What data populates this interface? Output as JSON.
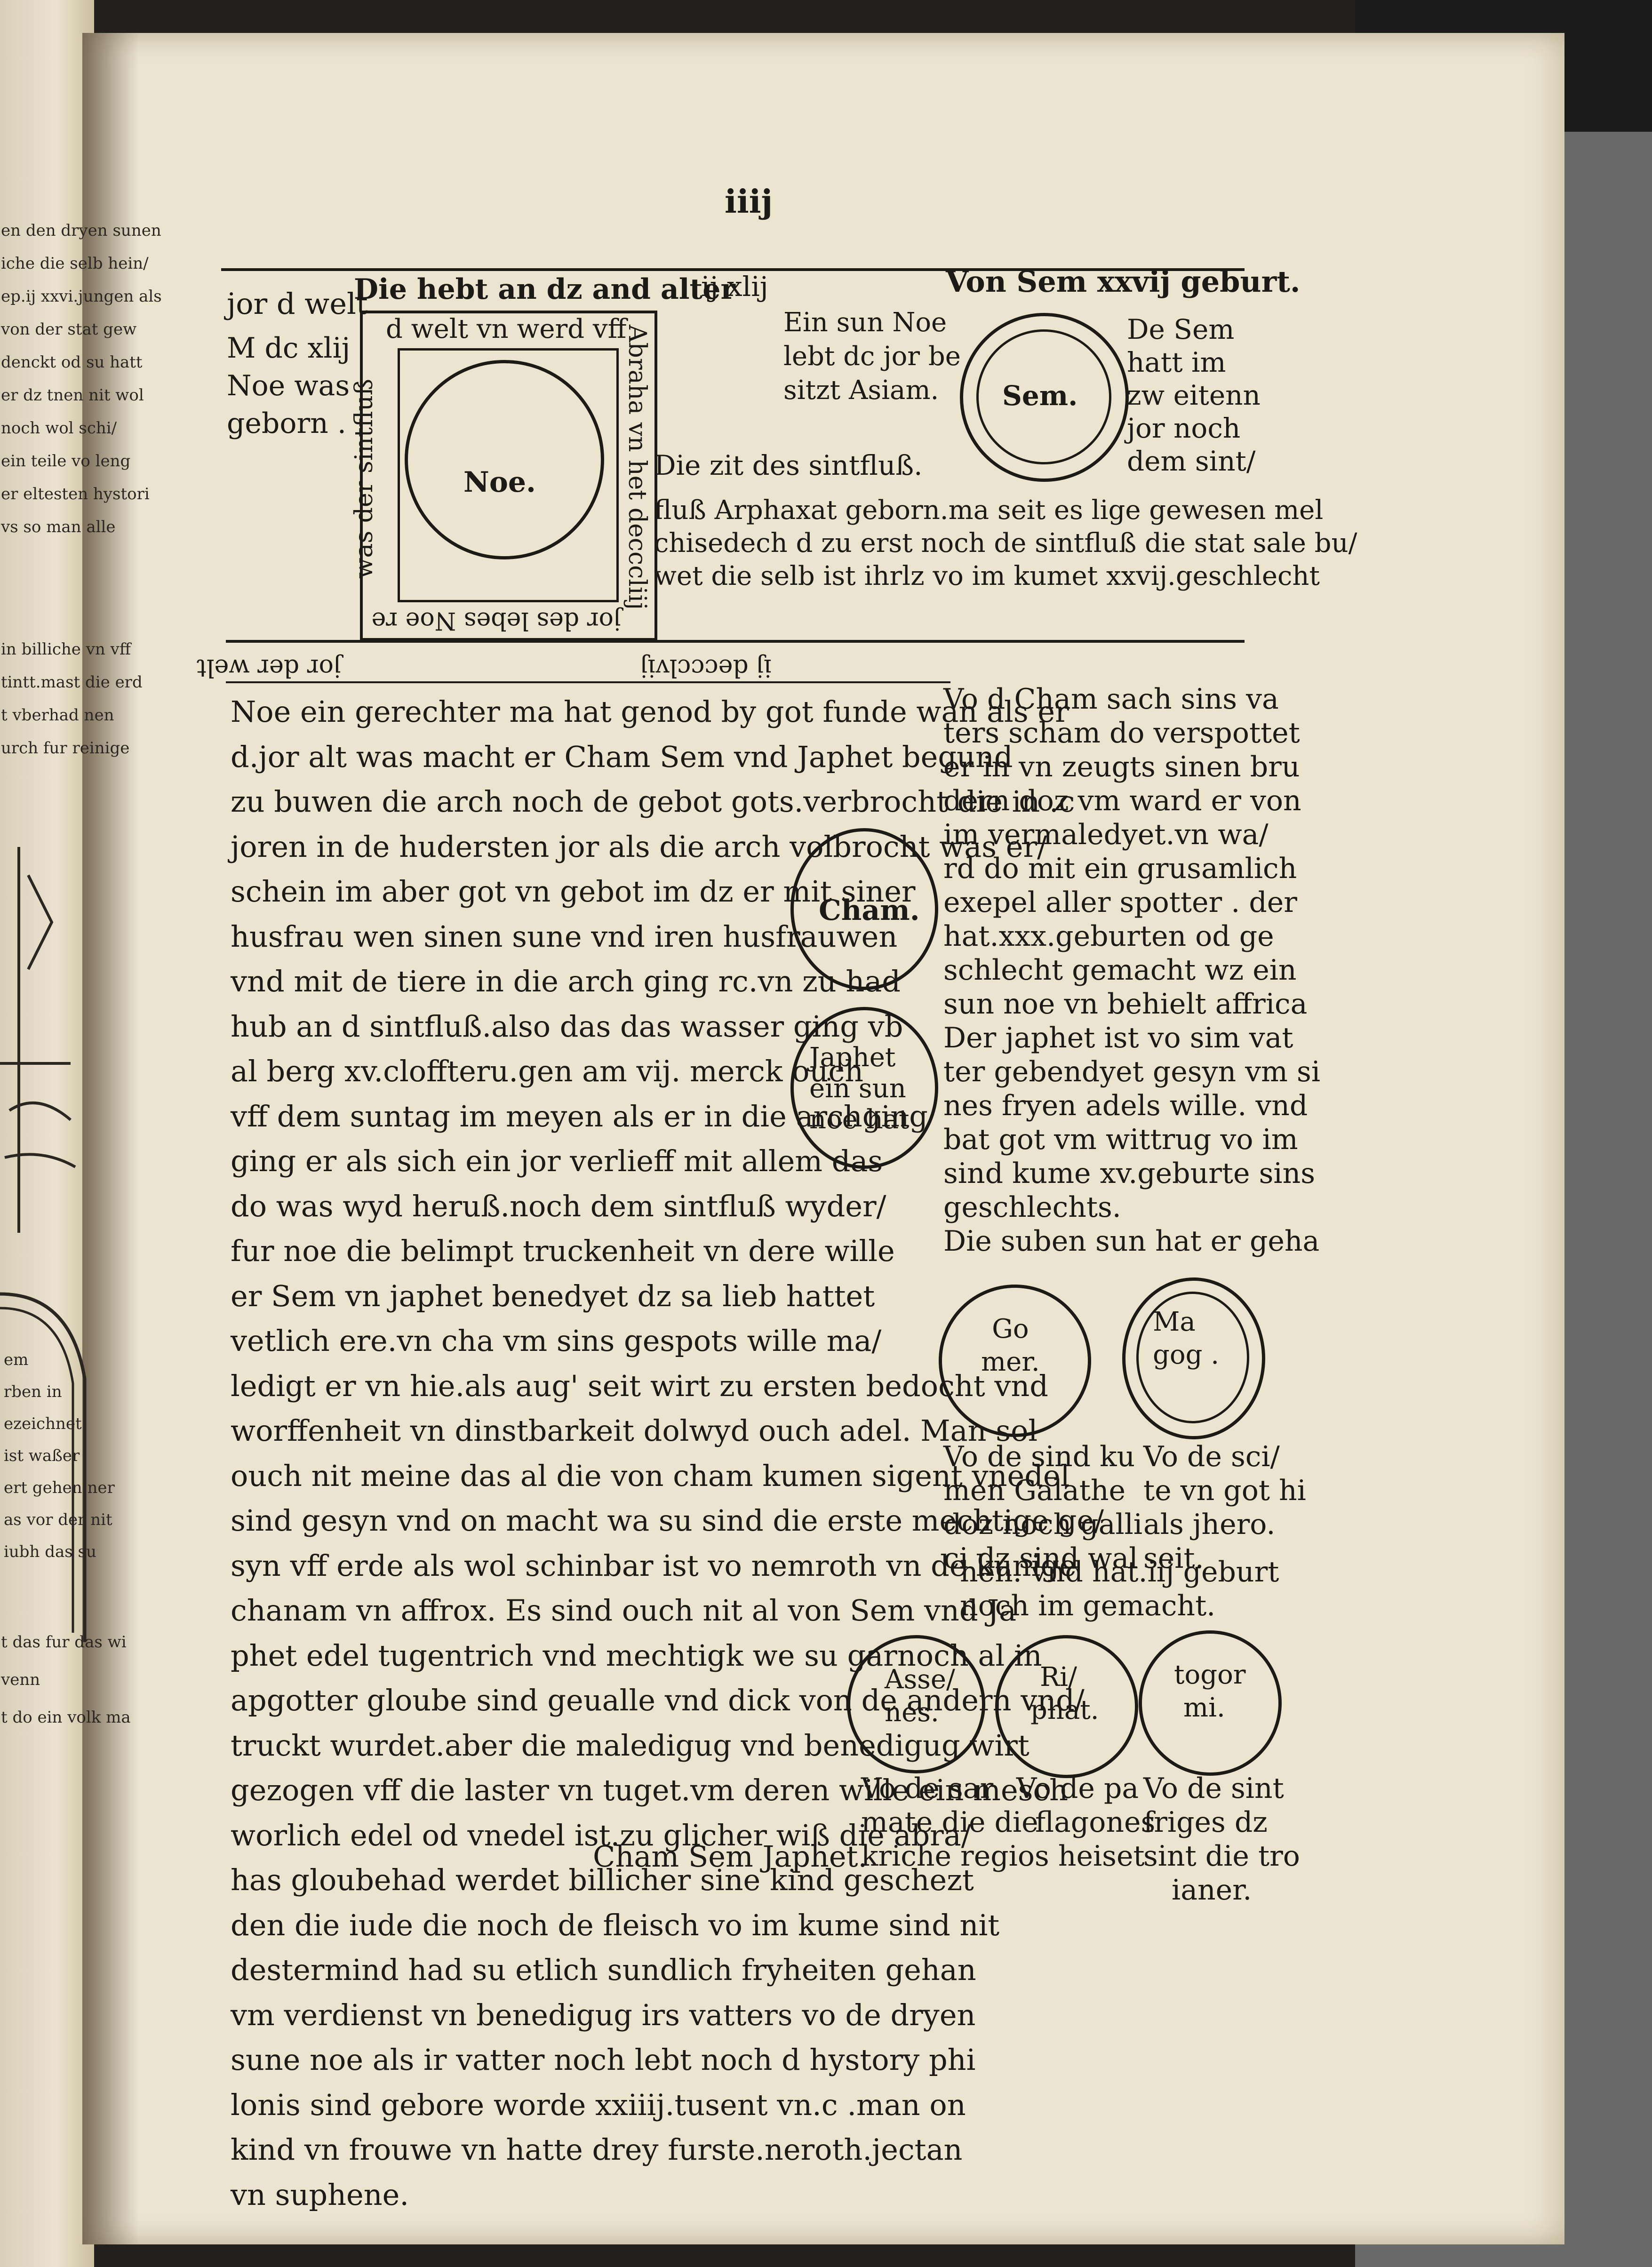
{
  "page_number": "iiij",
  "header": {
    "left": "jor d welt",
    "center": "Die hebt an dz and alter",
    "mid_right": "ij xlij",
    "right": "Von Sem xxvij geburt."
  },
  "top_left_note": [
    "M dc xlij",
    "Noe was",
    "geborn ."
  ],
  "noe_box": {
    "top_text": "d welt vn werd vff",
    "left_vertical": "was der sintfluß",
    "right_vertical": "Abraha vn het decccliij",
    "bottom_inverted": "jor des lebes Noe re",
    "circle_label": "Noe."
  },
  "sem_block": {
    "intro": [
      "Ein sun Noe",
      "lebt dc jor be",
      "sitzt Asiam."
    ],
    "circle_label": "Sem.",
    "right_lines": [
      "De Sem",
      "hatt im",
      "zw eitenn",
      "jor noch",
      "dem sint/"
    ],
    "flood_line": "Die zit des sintfluß.",
    "full_lines": [
      "fluß Arphaxat geborn.ma seit es lige gewesen mel",
      "chisedech d zu erst noch de sintfluß die stat sale bu/",
      "wet die selb ist ihrlz vo im kumet xxvij.geschlecht"
    ]
  },
  "inverted_line_left": "jor der welt",
  "inverted_line_center": "ij deccclvij",
  "main_text": [
    "Noe ein gerechter ma hat genod by got funde wan als er",
    "d.jor alt was macht er Cham Sem vnd Japhet begund",
    "zu buwen die arch noch de gebot gots.verbrocht die in .c",
    "joren in de hudersten jor als die arch volbrocht was er/",
    "schein im aber got vn gebot im dz er mit siner",
    "husfrau wen sinen sune vnd iren husfrauwen",
    "vnd mit de tiere in die arch ging rc.vn zu had",
    "hub an d sintfluß.also das das wasser ging vb",
    "al berg xv.cloffteru.gen am vij. merck ouch",
    "vff dem suntag im meyen als er in die archging",
    "ging er als sich ein jor verlieff mit allem das",
    "do was wyd heruß.noch dem sintfluß wyder/",
    "fur noe die belimpt truckenheit vn dere wille",
    "er Sem vn japhet benedyet dz sa lieb hattet",
    "vetlich ere.vn cha vm sins gespots wille ma/",
    "ledigt er vn hie.als aug' seit wirt zu ersten bedocht vnd",
    "worffenheit vn dinstbarkeit dolwyd ouch adel. Man sol",
    "ouch nit meine das al die von cham kumen sigent vnedel",
    "sind gesyn vnd on macht wa su sind die erste mechtige ge/",
    "syn vff erde als wol schinbar ist vo nemroth vn de kunige",
    "chanam vn affrox. Es sind ouch nit al von Sem vnd Ja",
    "phet edel tugentrich vnd mechtigk we su garnoch al in",
    "apgotter gloube sind geualle vnd dick von de andern vnd/",
    "truckt wurdet.aber die maledigug vnd benedigug wirt",
    "gezogen vff die laster vn tuget.vm deren wille ein mesch",
    "worlich edel od vnedel ist.zu glicher wiß die abra/",
    "has gloubehad werdet billicher sine kind geschezt",
    "den die iude die noch de fleisch vo im kume sind nit",
    "destermind had su etlich sundlich fryheiten gehan",
    "vm verdienst vn benedigug irs vatters vo de dryen",
    "sune noe als ir vatter noch lebt noch d hystory phi",
    "lonis sind gebore worde xxiiij.tusent vn.c .man on",
    "kind vn frouwe vn hatte drey furste.neroth.jectan",
    "vn suphene."
  ],
  "bottom_names": "Cham Sem Japhet.",
  "right_column_top": [
    "Vo d Cham sach sins va",
    "ters scham do verspottet",
    "er in vn zeugts sinen bru",
    "dern doz vm ward er von",
    "im vermaledyet.vn wa/",
    "rd do mit ein grusamlich",
    "exepel aller spotter . der",
    "hat.xxx.geburten od ge",
    "schlecht gemacht wz ein",
    "sun noe vn behielt affrica",
    "Der japhet ist vo sim vat",
    "ter gebendyet gesyn vm si",
    "nes fryen adels wille. vnd",
    "bat got vm wittrug vo im",
    "sind kume xv.geburte sins",
    "geschlechts.",
    "Die suben sun hat er geha"
  ],
  "cham_circle": "Cham.",
  "japhet_circle": [
    "Japhet",
    "ein sun",
    "noe hat"
  ],
  "gomer_circle": [
    "Go",
    "mer."
  ],
  "magog_circle": [
    "Ma",
    "gog ."
  ],
  "gomer_text": [
    "Vo de sind ku",
    "men Galathe",
    "doz noch galli",
    "ci dz sind wal",
    "hen. vnd hat.iij geburt",
    "noch im gemacht."
  ],
  "magog_text": [
    "Vo de sci/",
    "te vn got hi",
    "als jhero.",
    "seit."
  ],
  "bottom_circles": [
    {
      "lines": [
        "Asse/",
        "nes."
      ]
    },
    {
      "lines": [
        "Ri/",
        "phat."
      ]
    },
    {
      "lines": [
        "togor",
        "mi."
      ]
    }
  ],
  "bottom_captions": [
    [
      "Vo de sar",
      "mate die die",
      "kriche regios heiset"
    ],
    [
      "Vo de pa",
      "flagones"
    ],
    [
      "Vo de sint",
      "friges dz",
      "sint die tro",
      "ianer."
    ]
  ],
  "left_page_fragments": [
    "en den dryen sunen",
    "iche die selb hein/",
    "ep.ij xxvi.jungen als",
    "von der stat gew",
    "denckt od su hatt",
    "er dz tnen nit wol",
    "noch wol schi/",
    "ein teile vo leng",
    "er eltesten hystori",
    "vs so man alle",
    "in billiche vn vff",
    "tintt.mast die erd",
    "t vberhad nen",
    "urch fur reinige",
    "em",
    "rben in",
    "ezeichnet",
    "ist waßer",
    "ert gehen ner",
    "as vor der nit",
    "iubh das su",
    "t das fur das wi",
    "venn",
    "t do ein volk ma"
  ]
}
